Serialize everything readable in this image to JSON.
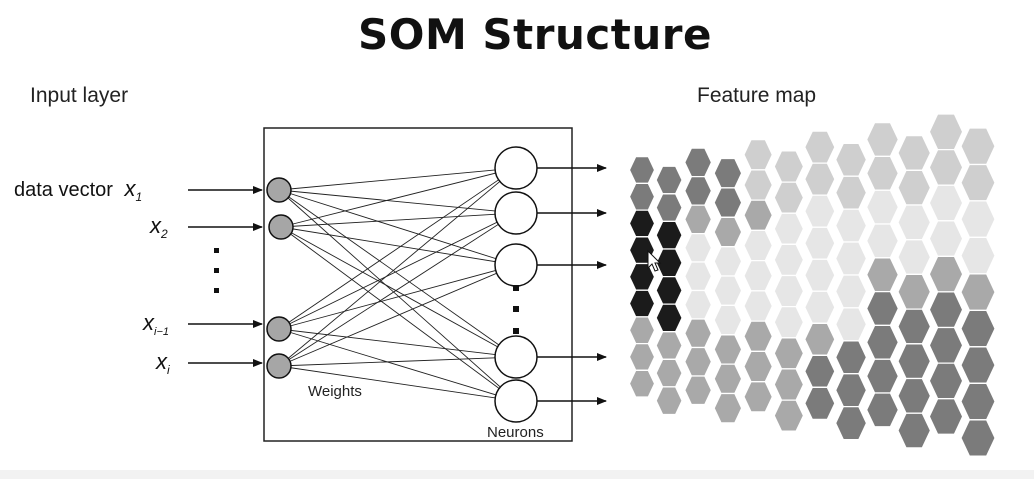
{
  "title": "SOM Structure",
  "input_layer_label": "Input layer",
  "feature_map_label": "Feature map",
  "inputs": {
    "first_prefix": "data vector",
    "x1": "x",
    "x1_sub": "1",
    "x2": "x",
    "x2_sub": "2",
    "xi_minus_1": "x",
    "xi_minus_1_sub": "i−1",
    "xi": "x",
    "xi_sub": "i"
  },
  "weights_label": "Weights",
  "neurons_label": "Neurons",
  "colors": {
    "node_fill_input": "#a6a6a6",
    "node_fill_neuron": "#ffffff",
    "hex_black": "#1b1b1b",
    "hex_dark": "#7b7b7b",
    "hex_mid": "#a9a9a9",
    "hex_light": "#cfcfcf",
    "hex_pale": "#e6e6e6"
  }
}
